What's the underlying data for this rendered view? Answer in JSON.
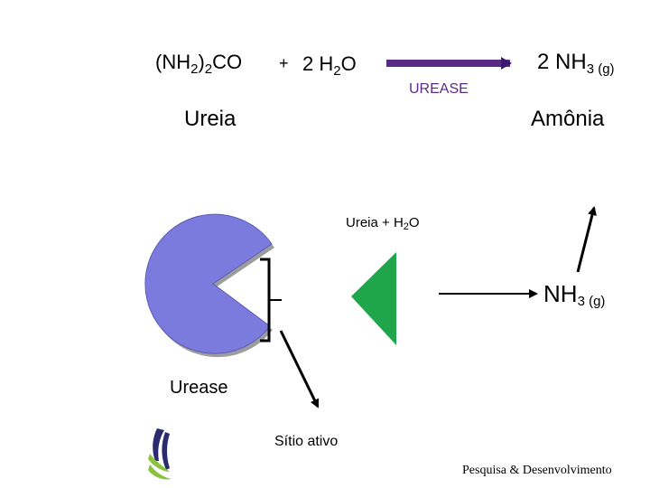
{
  "equation": {
    "reactant_urea": {
      "part1": "(NH",
      "sub1": "2",
      "part2": ")",
      "sub2": "2",
      "part3": "CO"
    },
    "plus": "+",
    "reactant_water": {
      "coef": "2 H",
      "sub": "2",
      "tail": "O"
    },
    "enzyme": "UREASE",
    "product": {
      "coef": "2 NH",
      "sub": "3 (g)"
    }
  },
  "labels": {
    "urea": "Ureia",
    "ammonia": "Amônia",
    "urease": "Urease",
    "active_site": "Sítio ativo",
    "substrate": {
      "text": "Ureia + H",
      "sub": "2",
      "tail": "O"
    },
    "product_gas": {
      "text": "NH",
      "sub": "3 (g)"
    }
  },
  "footer": "Pesquisa & Desenvolvimento",
  "colors": {
    "enzyme_body": "#7b7bde",
    "substrate_shape": "#1fa64a",
    "reaction_arrow": "#5b2a86",
    "logo_dark": "#2b2b6e",
    "logo_light": "#8ac33e"
  }
}
